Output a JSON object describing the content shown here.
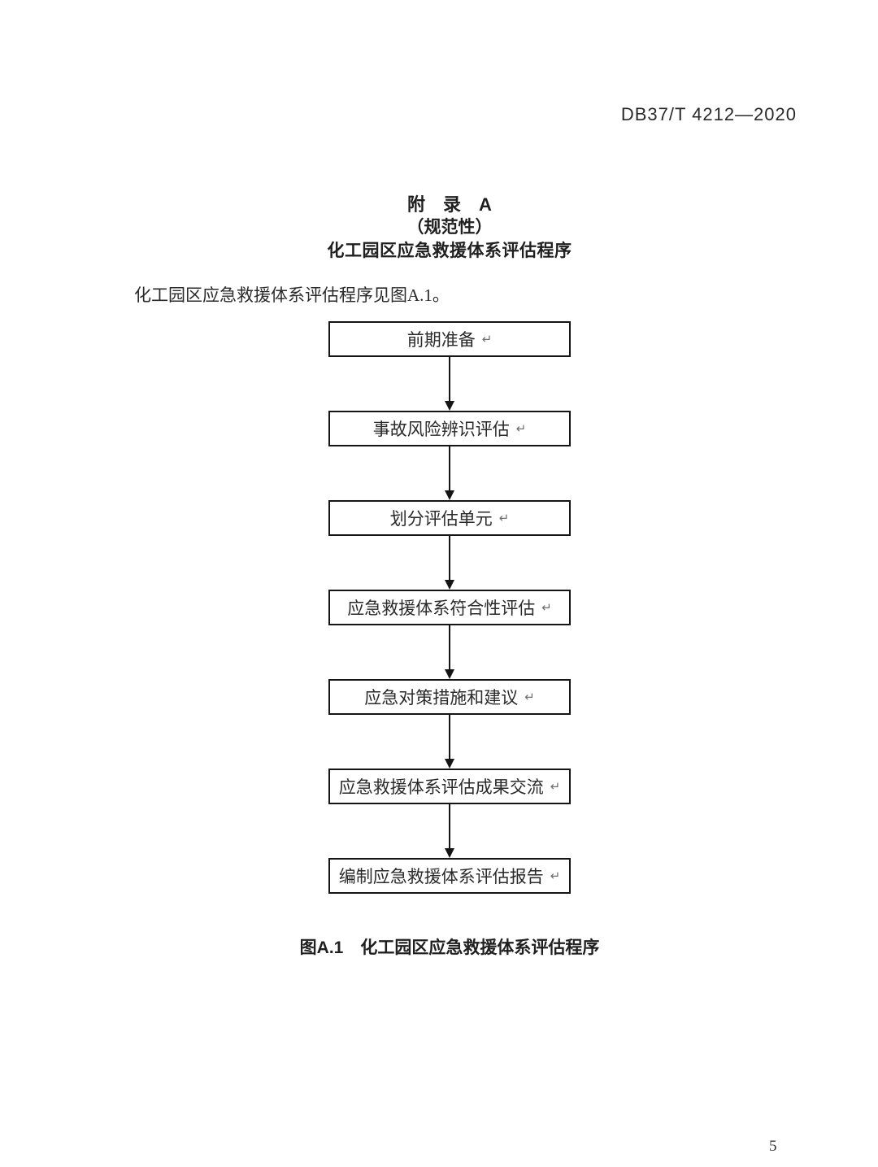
{
  "page": {
    "header_code": "DB37/T 4212—2020",
    "page_number": "5"
  },
  "appendix": {
    "title_line1": "附　录　A",
    "title_line2": "（规范性）",
    "title_line3": "化工园区应急救援体系评估程序",
    "intro": "化工园区应急救援体系评估程序见图A.1。"
  },
  "flowchart": {
    "type": "flowchart",
    "direction": "top-down",
    "return_mark": "↵",
    "steps": [
      {
        "label": "前期准备"
      },
      {
        "label": "事故风险辨识评估"
      },
      {
        "label": "划分评估单元"
      },
      {
        "label": "应急救援体系符合性评估"
      },
      {
        "label": "应急对策措施和建议"
      },
      {
        "label": "应急救援体系评估成果交流"
      },
      {
        "label": "编制应急救援体系评估报告"
      }
    ],
    "caption": "图A.1　化工园区应急救援体系评估程序"
  },
  "colors": {
    "background": "#ffffff",
    "text": "#2a2a2a",
    "box_border": "#151515",
    "return_mark": "#6e6e6e"
  }
}
